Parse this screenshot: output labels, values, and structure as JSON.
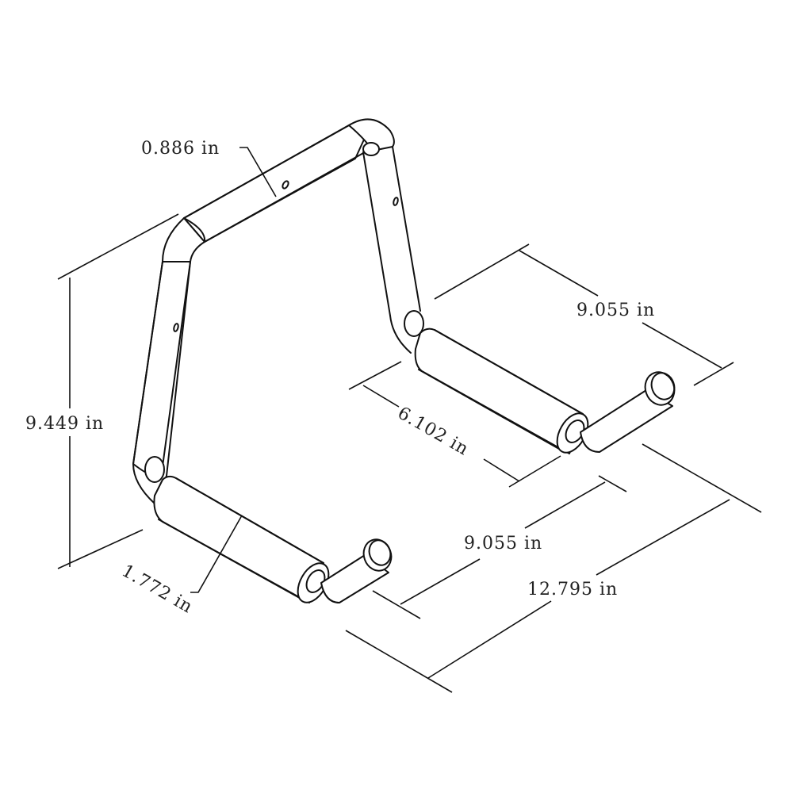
{
  "drawing": {
    "subject": "Wall-mount bracket rack, isometric view",
    "line_color": "#111111",
    "background": "#ffffff"
  },
  "dimensions": {
    "tube_diameter": "0.886 in",
    "height": "9.449 in",
    "depth_right": "9.055 in",
    "padded_length": "6.102 in",
    "depth_front": "9.055 in",
    "overall_width": "12.795 in",
    "pad_diameter": "1.772 in"
  }
}
